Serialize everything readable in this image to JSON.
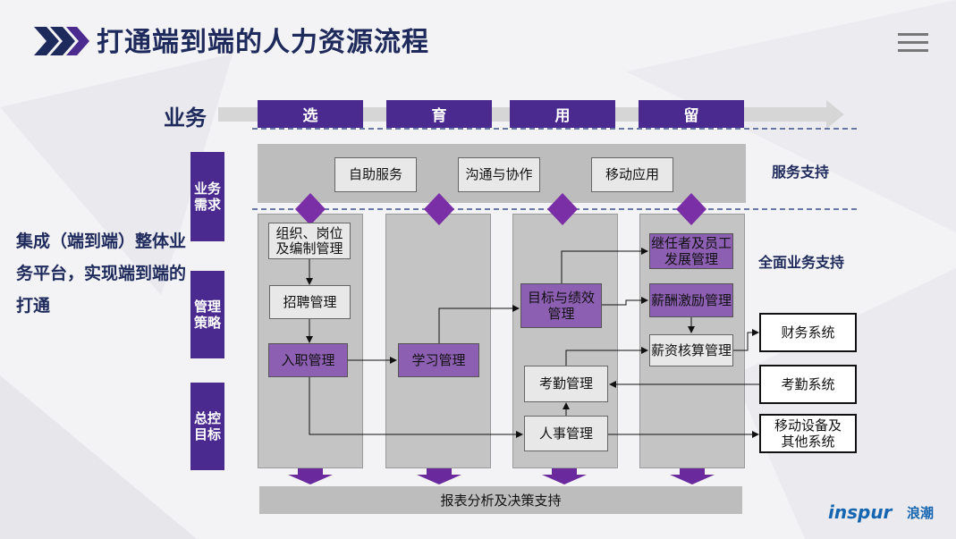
{
  "title": "打通端到端的人力资源流程",
  "business_label": "业务",
  "phases": [
    "选",
    "育",
    "用",
    "留"
  ],
  "side_labels": {
    "demand": "业务\n需求",
    "strategy": "管理\n策略",
    "goal": "总控\n目标"
  },
  "services": {
    "self_service": "自助服务",
    "communication": "沟通与协作",
    "mobile": "移动应用"
  },
  "right_labels": {
    "service_support": "服务支持",
    "full_support": "全面业务支持"
  },
  "left_text": "集成（端到端）整体业务平台，实现端到端的打通",
  "modules": {
    "org": "组织、岗位\n及编制管理",
    "recruit": "招聘管理",
    "onboard": "入职管理",
    "learning": "学习管理",
    "goal_perf": "目标与绩效\n管理",
    "attendance": "考勤管理",
    "personnel": "人事管理",
    "successor": "继任者及员工\n发展管理",
    "comp": "薪酬激励管理",
    "payroll": "薪资核算管理"
  },
  "external": {
    "finance": "财务系统",
    "attendance_sys": "考勤系统",
    "mobile_devices": "移动设备及\n其他系统"
  },
  "report": "报表分析及决策支持",
  "logo": {
    "brand": "inspur",
    "cn": "浪潮"
  },
  "colors": {
    "primary": "#4a2a8f",
    "navy": "#1f2a5c",
    "purple_box": "#8d5fb3",
    "brand_blue": "#1565b0"
  }
}
